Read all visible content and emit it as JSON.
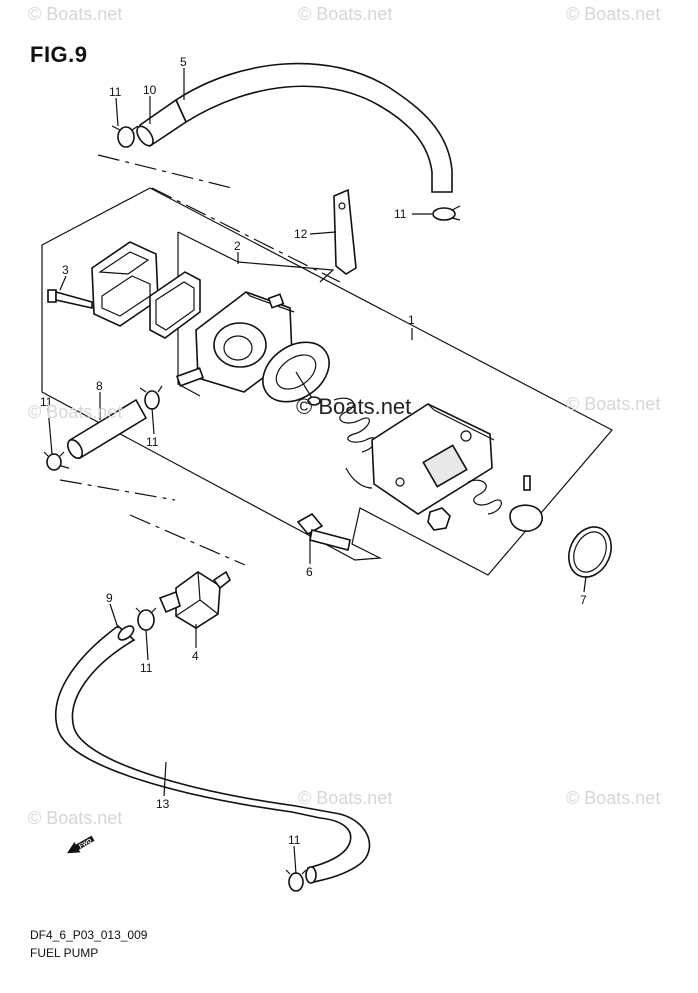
{
  "figure": {
    "title": "FIG.9"
  },
  "watermarks": {
    "text": "© Boats.net"
  },
  "callouts": {
    "c1": "1",
    "c2": "2",
    "c3": "3",
    "c4": "4",
    "c5": "5",
    "c6": "6",
    "c7": "7",
    "c8": "8",
    "c9": "9",
    "c10": "10",
    "c11": "11",
    "c12": "12",
    "c13": "13"
  },
  "fwd_icon": {
    "label": "FWD",
    "icon": "forward-arrow-icon"
  },
  "footer": {
    "code": "DF4_6_P03_013_009",
    "caption": "FUEL PUMP"
  }
}
